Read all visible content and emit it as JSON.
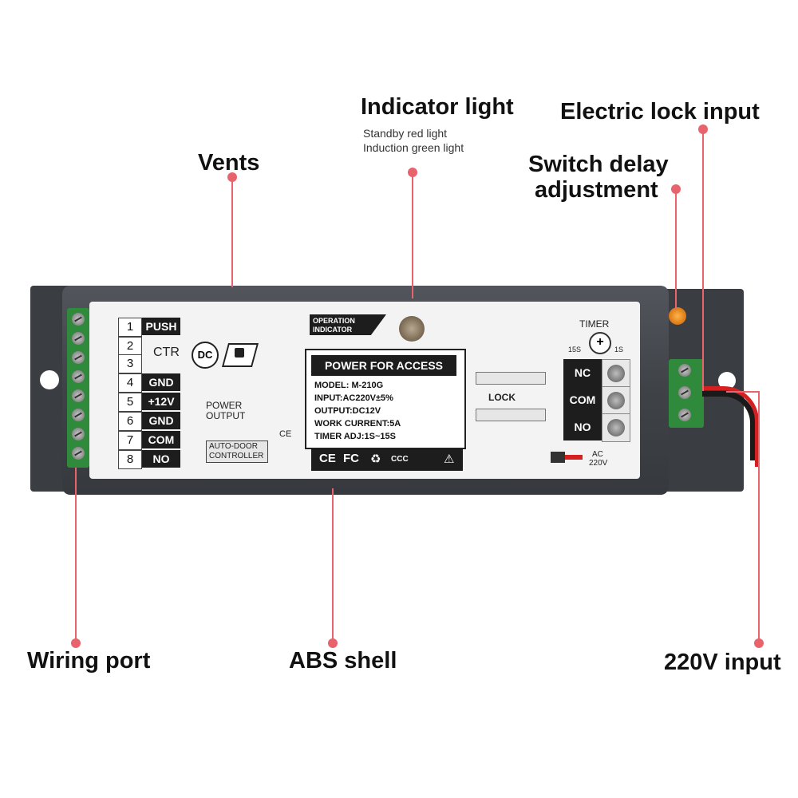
{
  "callouts": {
    "indicator_light": "Indicator light",
    "indicator_sub1": "Standby red light",
    "indicator_sub2": "Induction green light",
    "electric_lock_input": "Electric lock input",
    "vents": "Vents",
    "switch_delay_1": "Switch delay",
    "switch_delay_2": "adjustment",
    "wiring_port": "Wiring port",
    "abs_shell": "ABS shell",
    "input_220v": "220V input"
  },
  "panel": {
    "pins": [
      {
        "num": "1",
        "name": "PUSH"
      },
      {
        "num": "2",
        "name": ""
      },
      {
        "num": "3",
        "name": ""
      },
      {
        "num": "4",
        "name": "GND"
      },
      {
        "num": "5",
        "name": "+12V"
      },
      {
        "num": "6",
        "name": "GND"
      },
      {
        "num": "7",
        "name": "COM"
      },
      {
        "num": "8",
        "name": "NO"
      }
    ],
    "ctr": "CTR",
    "dc": "DC",
    "power_output_1": "POWER",
    "power_output_2": "OUTPUT",
    "auto_door_1": "AUTO-DOOR",
    "auto_door_2": "CONTROLLER",
    "ce_small": "CE",
    "operation_1": "OPERATION",
    "operation_2": "INDICATOR",
    "info_title": "POWER FOR ACCESS",
    "info_lines": [
      "MODEL: M-210G",
      "INPUT:AC220V±5%",
      "OUTPUT:DC12V",
      "WORK CURRENT:5A",
      "TIMER ADJ:1S~15S"
    ],
    "certs": [
      "CE",
      "FC",
      "♻",
      "CCC",
      "⚠"
    ],
    "timer": "TIMER",
    "timer_15s": "15S",
    "timer_1s": "1S",
    "lock": "LOCK",
    "lock_terms": [
      "NC",
      "COM",
      "NO"
    ],
    "ac_1": "AC",
    "ac_2": "220V"
  },
  "colors": {
    "callout_line": "#e8636b",
    "terminal_green": "#2f8a3c",
    "housing": "#45484d"
  }
}
